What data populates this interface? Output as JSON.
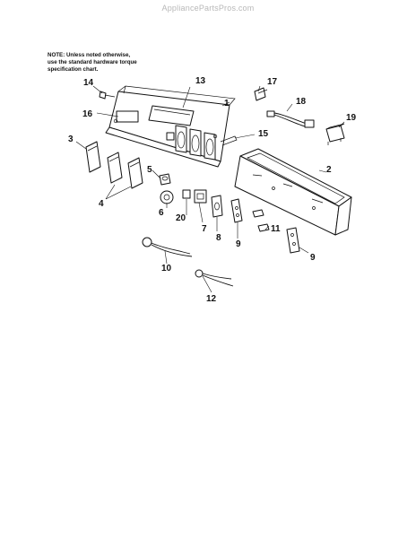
{
  "watermark": "AppliancePartsPros.com",
  "note": {
    "lines": [
      "NOTE: Unless noted otherwise,",
      "use the standard hardware torque",
      "specification chart."
    ]
  },
  "callouts": [
    {
      "id": "c1",
      "label": "1"
    },
    {
      "id": "c2",
      "label": "2"
    },
    {
      "id": "c3",
      "label": "3"
    },
    {
      "id": "c4",
      "label": "4"
    },
    {
      "id": "c5",
      "label": "5"
    },
    {
      "id": "c6",
      "label": "6"
    },
    {
      "id": "c7",
      "label": "7"
    },
    {
      "id": "c8",
      "label": "8"
    },
    {
      "id": "c9a",
      "label": "9"
    },
    {
      "id": "c9b",
      "label": "9"
    },
    {
      "id": "c10",
      "label": "10"
    },
    {
      "id": "c11",
      "label": "11"
    },
    {
      "id": "c12",
      "label": "12"
    },
    {
      "id": "c13",
      "label": "13"
    },
    {
      "id": "c14",
      "label": "14"
    },
    {
      "id": "c15",
      "label": "15"
    },
    {
      "id": "c16",
      "label": "16"
    },
    {
      "id": "c17",
      "label": "17"
    },
    {
      "id": "c18",
      "label": "18"
    },
    {
      "id": "c19",
      "label": "19"
    },
    {
      "id": "c20",
      "label": "20"
    }
  ]
}
